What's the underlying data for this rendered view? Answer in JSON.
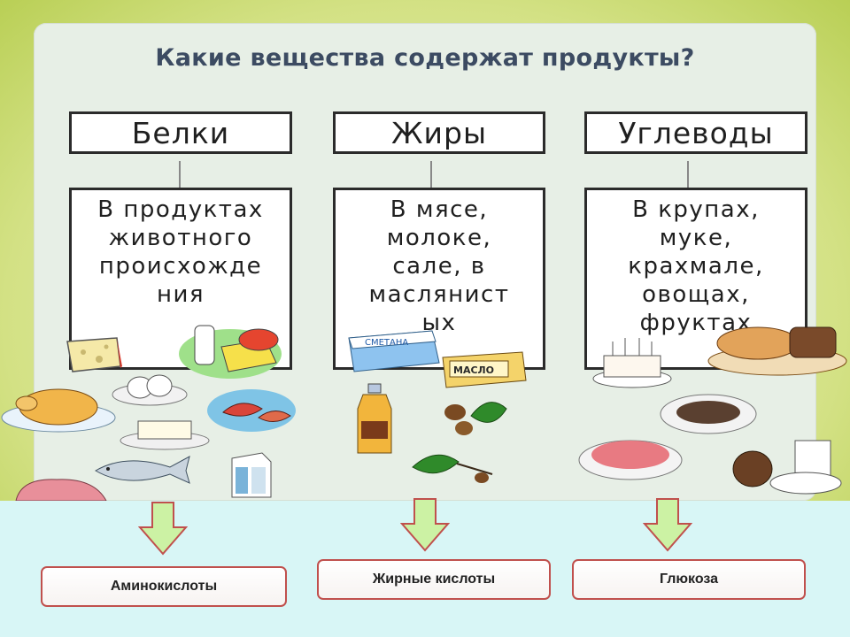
{
  "title": "Какие вещества содержат продукты?",
  "columns": [
    {
      "header": "Белки",
      "lines": [
        "В продуктах",
        "животного",
        "происхожде",
        "ния"
      ]
    },
    {
      "header": "Жиры",
      "lines": [
        "В мясе,",
        "молоке,",
        "сале, в",
        "маслянист",
        "ых"
      ]
    },
    {
      "header": "Углеводы",
      "lines": [
        "В крупах,",
        "муке,",
        "крахмале,",
        "овощах,",
        "фруктах"
      ]
    }
  ],
  "food_labels": {
    "sour_cream": "СМЕТАНА",
    "butter": "МАСЛО"
  },
  "results": [
    "Аминокислоты",
    "Жирные кислоты",
    "Глюкоза"
  ],
  "colors": {
    "title": "#3c4b62",
    "arrow_fill": "#ccf2a4",
    "arrow_stroke": "#c0504d",
    "result_border": "#c0504d",
    "bottom_band": "#d8f6f6"
  }
}
